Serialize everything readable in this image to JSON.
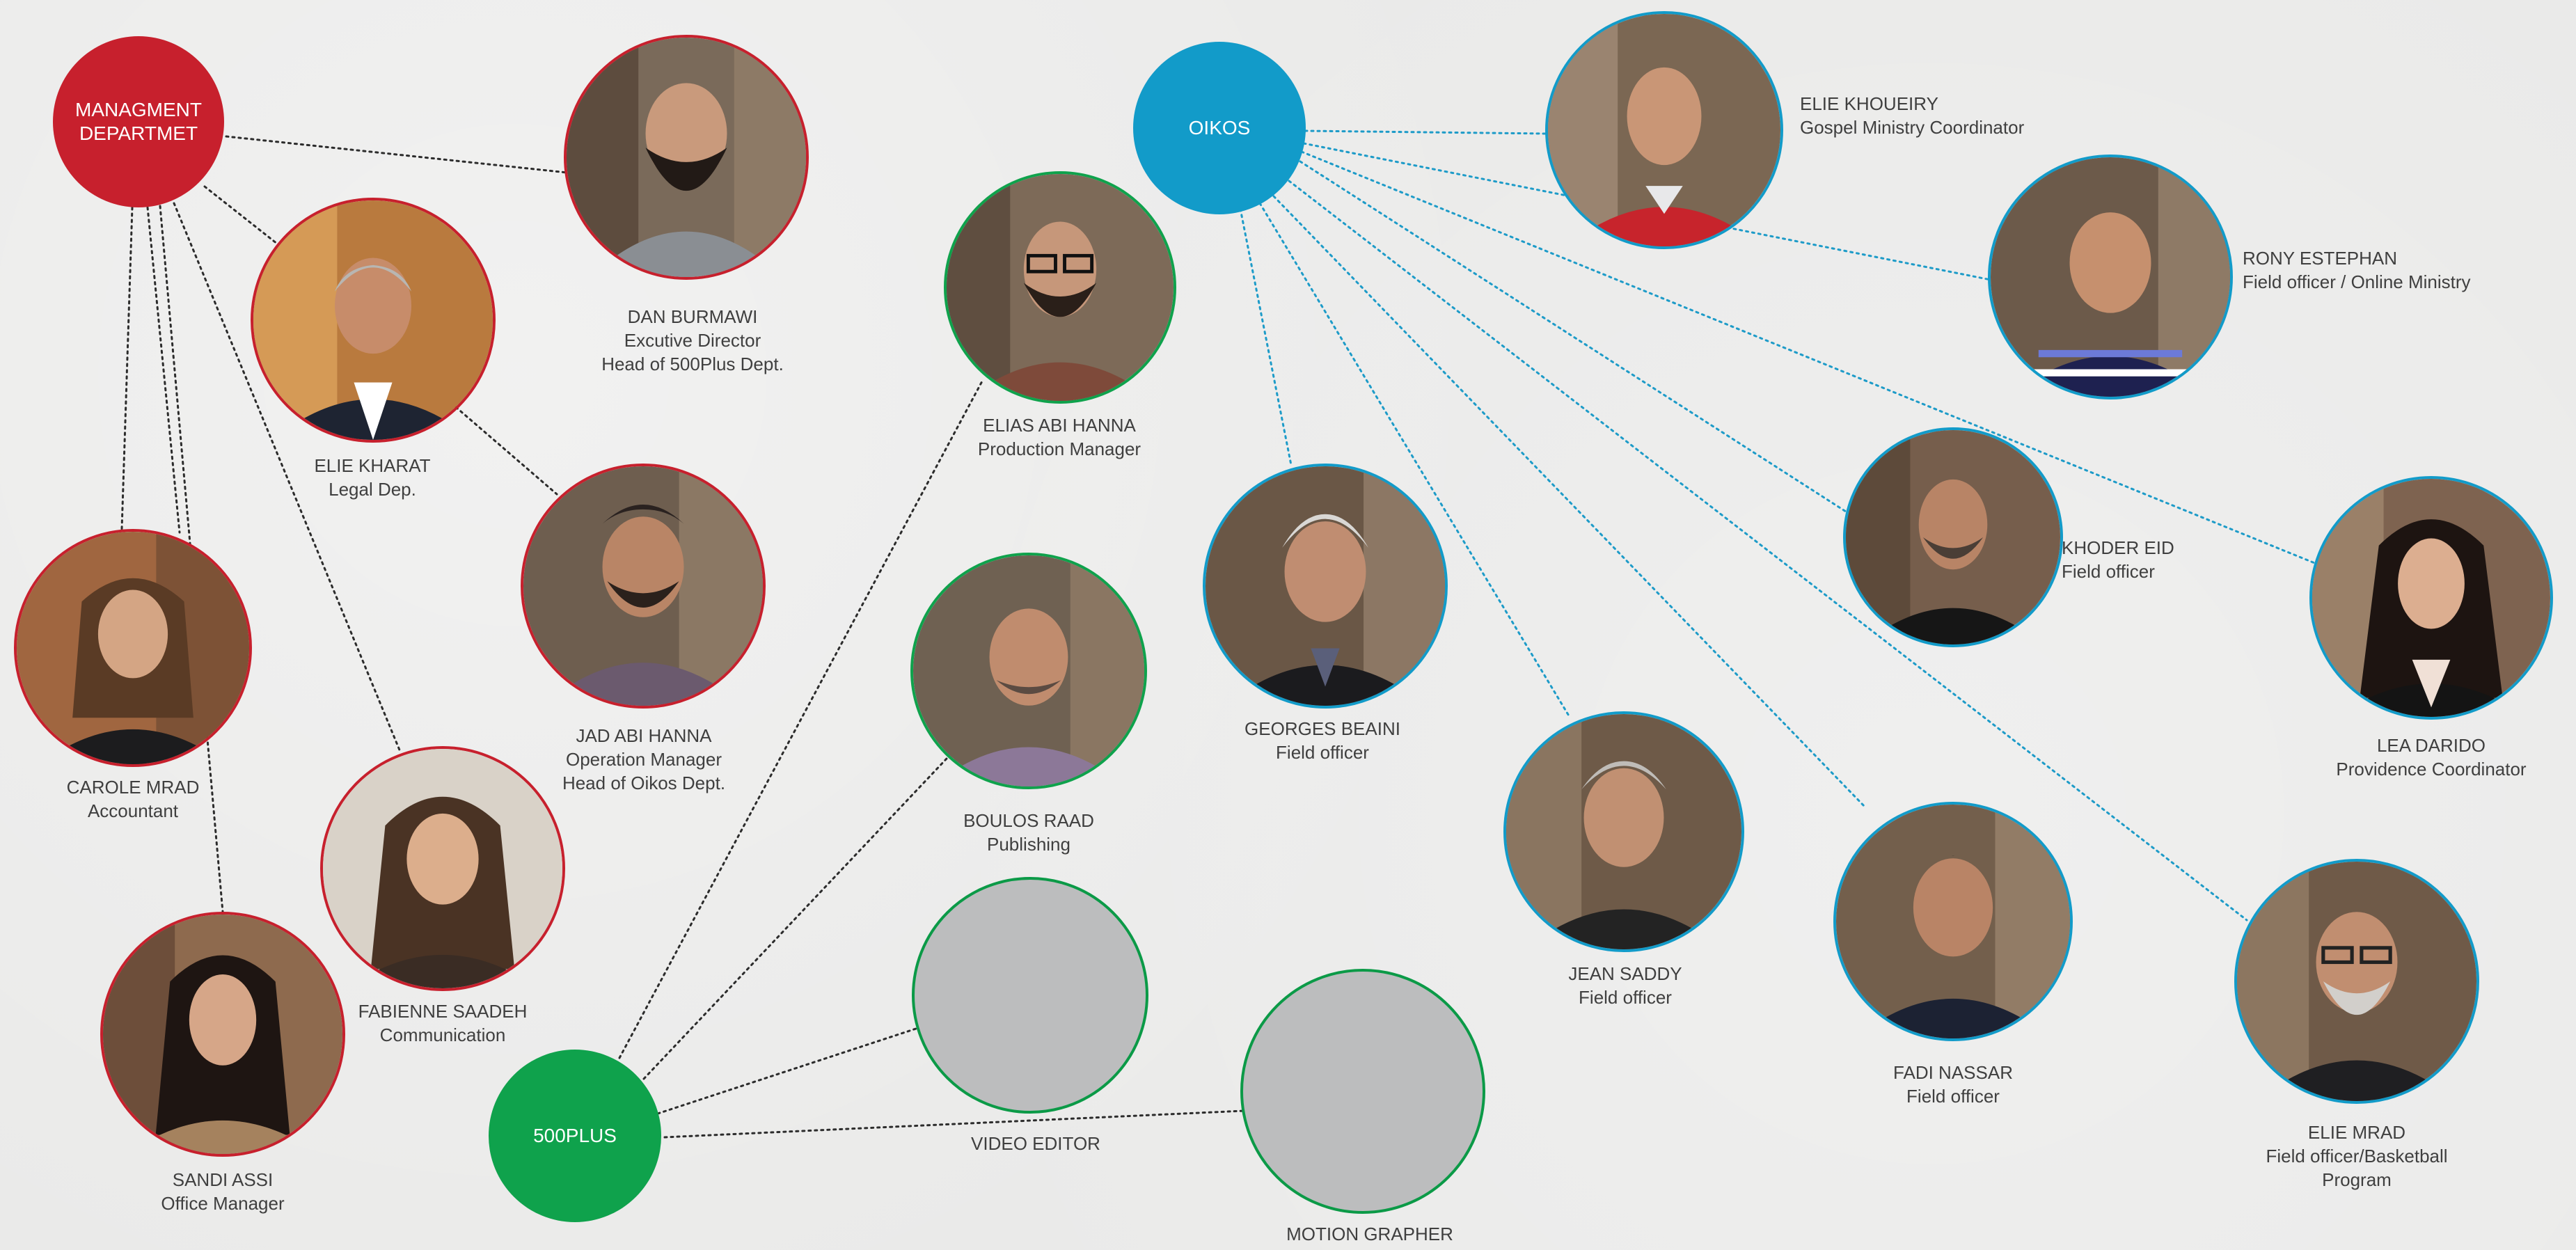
{
  "colors": {
    "management": "#c7202d",
    "oikos": "#129bc9",
    "plus500": "#0fa24c",
    "vacant_fill": "#bcbdbe",
    "management_line": "#2c2c2c",
    "oikos_line": "#1d9bc8",
    "plus500_line": "#2c2c2c"
  },
  "hubs": {
    "management": {
      "label_1": "MANAGMENT",
      "label_2": "DEPARTMET"
    },
    "oikos": {
      "label": "OIKOS"
    },
    "plus500": {
      "label": "500PLUS"
    }
  },
  "management_team": [
    {
      "name": "DAN BURMAWI",
      "role_1": "Excutive Director",
      "role_2": "Head of 500Plus Dept."
    },
    {
      "name": "ELIE KHARAT",
      "role_1": "Legal Dep."
    },
    {
      "name": "JAD ABI HANNA",
      "role_1": "Operation Manager",
      "role_2": "Head of Oikos Dept."
    },
    {
      "name": "CAROLE MRAD",
      "role_1": "Accountant"
    },
    {
      "name": "FABIENNE SAADEH",
      "role_1": "Communication"
    },
    {
      "name": "SANDI ASSI",
      "role_1": "Office Manager"
    }
  ],
  "plus500_team": [
    {
      "name": "ELIAS ABI HANNA",
      "role_1": "Production Manager"
    },
    {
      "name": "BOULOS RAAD",
      "role_1": "Publishing"
    },
    {
      "name": "VIDEO EDITOR"
    },
    {
      "name": "MOTION GRAPHER"
    }
  ],
  "oikos_team": [
    {
      "name": "ELIE KHOUEIRY",
      "role_1": "Gospel Ministry Coordinator"
    },
    {
      "name": "RONY ESTEPHAN",
      "role_1": "Field officer / Online Ministry"
    },
    {
      "name": "KHODER EID",
      "role_1": "Field officer"
    },
    {
      "name": "LEA DARIDO",
      "role_1": "Providence Coordinator"
    },
    {
      "name": "GEORGES BEAINI",
      "role_1": "Field officer"
    },
    {
      "name": "JEAN SADDY",
      "role_1": "Field officer"
    },
    {
      "name": "FADI NASSAR",
      "role_1": "Field officer"
    },
    {
      "name": "ELIE MRAD",
      "role_1": "Field officer/Basketball",
      "role_2": "Program"
    }
  ]
}
